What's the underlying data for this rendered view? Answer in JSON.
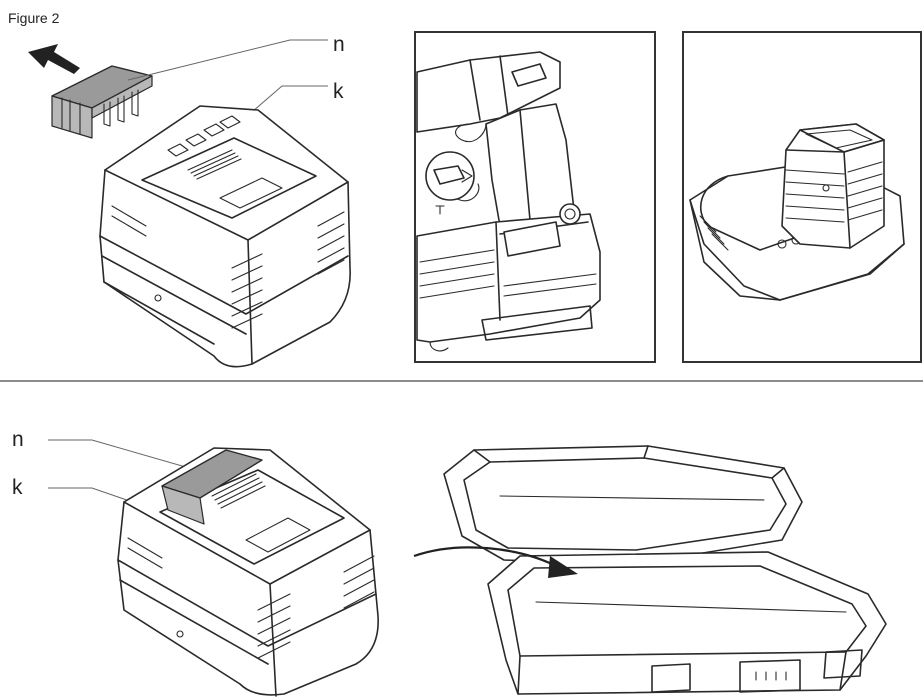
{
  "figure": {
    "title": "Figure 2",
    "top_labels": {
      "cover": "n",
      "battery": "k"
    },
    "bottom_labels": {
      "cover": "n",
      "battery": "k"
    }
  },
  "colors": {
    "line": "#2a2a2a",
    "cover_fill": "#9a9a9a",
    "divider": "#8c8c8c",
    "background": "#ffffff"
  }
}
